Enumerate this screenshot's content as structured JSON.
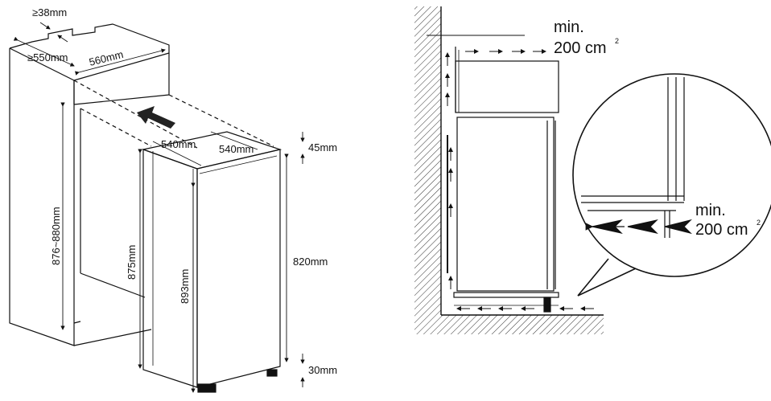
{
  "left_diagram": {
    "dims": {
      "gap_38": "≥38mm",
      "depth_550": "≥550mm",
      "width_560": "560mm",
      "height_876_880": "876~880mm",
      "inner_875": "875mm",
      "door_893": "893mm",
      "cab_540_a": "540mm",
      "cab_540_b": "540mm",
      "top_45": "45mm",
      "side_820": "820mm",
      "bottom_30": "30mm"
    }
  },
  "right_diagram": {
    "vent_top": {
      "label_line1": "min.",
      "label_line2": "200 cm",
      "unit_sup": "2"
    },
    "vent_bottom": {
      "label_line1": "min.",
      "label_line2": "200 cm",
      "unit_sup": "2"
    }
  }
}
